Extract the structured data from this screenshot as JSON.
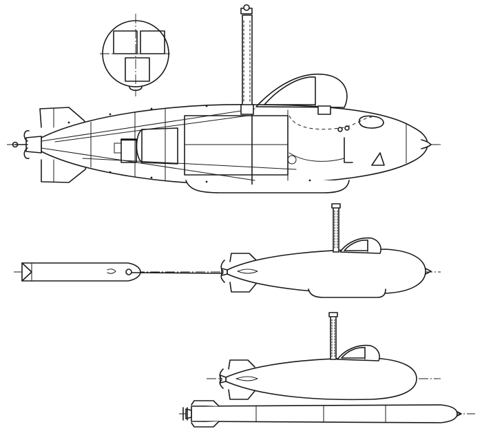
{
  "drawing": {
    "views": [
      "section-view",
      "side-view-towing",
      "side-view-carrier"
    ],
    "colors": {
      "ink": "#1a1a1a",
      "paper": "#ffffff"
    }
  }
}
